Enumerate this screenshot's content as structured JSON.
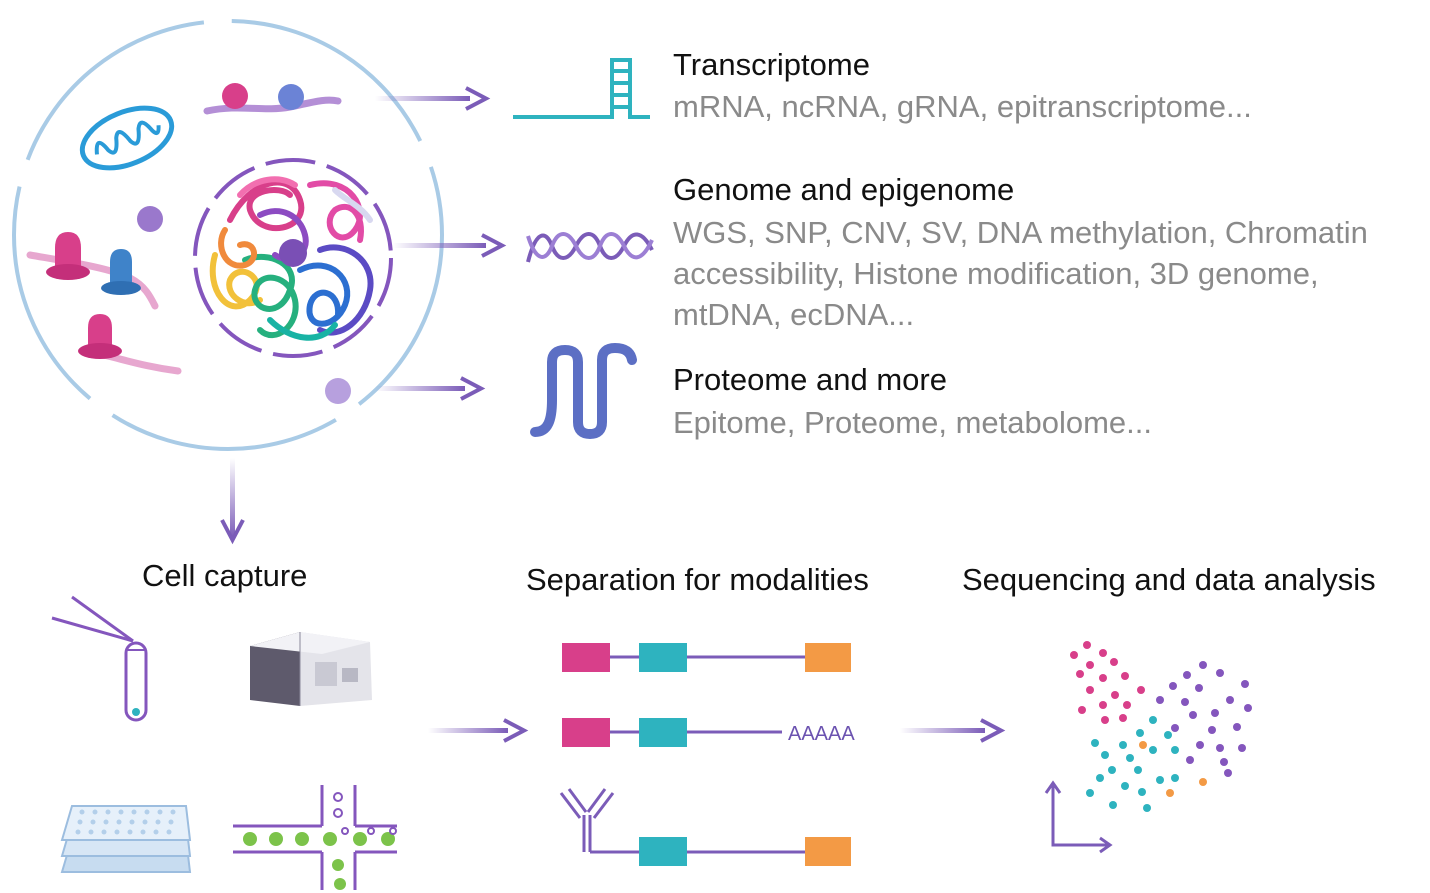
{
  "omics": [
    {
      "title": "Transcriptome",
      "description": [
        "mRNA, ncRNA, gRNA, epitranscriptome..."
      ]
    },
    {
      "title": "Genome and epigenome",
      "description": [
        "WGS, SNP, CNV, SV, DNA methylation, Chromatin",
        "accessibility, Histone modification, 3D genome,",
        "mtDNA, ecDNA..."
      ]
    },
    {
      "title": "Proteome and more",
      "description": [
        "Epitome, Proteome, metabolome..."
      ]
    }
  ],
  "stages": {
    "capture": "Cell capture",
    "separation": "Separation for modalities",
    "sequencing": "Sequencing and data analysis"
  },
  "polya_label": "AAAAA",
  "icons": [
    "cell-icon",
    "mitochondrion-icon",
    "nucleus-icon",
    "rna-hairpin-icon",
    "dna-helix-icon",
    "protein-icon",
    "micropipette-icon",
    "facs-instrument-icon",
    "well-plate-icon",
    "microfluidic-channel-icon",
    "antibody-icon",
    "scatter-plot-icon"
  ],
  "colors": {
    "arrow": "#7b5cb8",
    "cell_membrane": "#a9cbe6",
    "magenta": "#d83f8a",
    "teal": "#2eb3bf",
    "orange": "#f39a45",
    "purple": "#8456bd",
    "blue": "#3f83c9",
    "protein": "#5c6fc4",
    "green": "#7cc34a"
  }
}
